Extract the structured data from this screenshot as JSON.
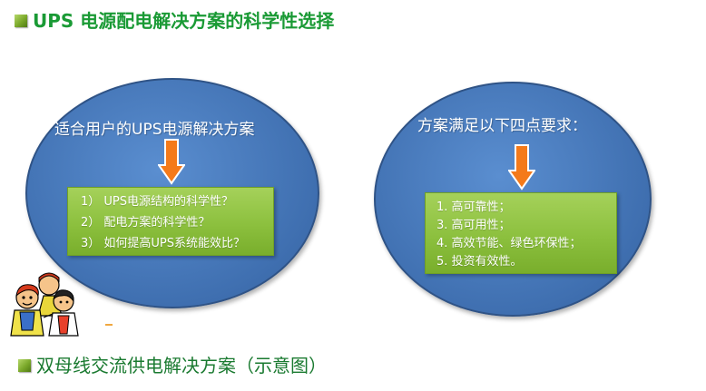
{
  "headings": {
    "top": "UPS 电源配电解决方案的科学性选择",
    "bottom": "双母线交流供电解决方案（示意图）"
  },
  "left_panel": {
    "title": "适合用户的UPS电源解决方案",
    "items": [
      "1）  UPS电源结构的科学性？",
      "2）  配电方案的科学性？",
      "3）  如何提高UPS系统能效比？"
    ]
  },
  "right_panel": {
    "title": "方案满足以下四点要求：",
    "items": [
      "1. 高可靠性；",
      "3. 高可用性；",
      "4. 高效节能、绿色环保性；",
      "5. 投资有效性。"
    ]
  },
  "colors": {
    "ellipse_blue": "#3f6fb0",
    "box_green": "#8cc03e",
    "arrow_orange": "#f47a1a",
    "heading_green": "#1a9a35"
  }
}
